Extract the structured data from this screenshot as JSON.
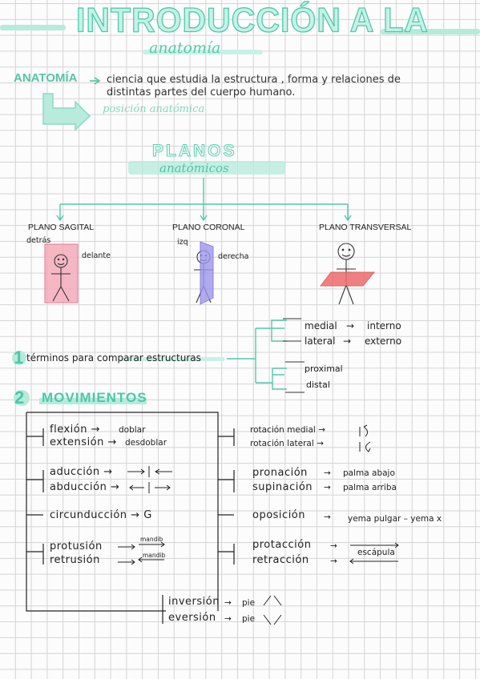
{
  "title": {
    "main": "INTRODUCCIÓN A LA",
    "sub": "anatomía"
  },
  "anatomia": {
    "label": "ANATOMÍA",
    "definition_line1": "ciencia que estudia la estructura , forma y relaciones de",
    "definition_line2": "distintas partes del cuerpo humano.",
    "position": "posición anatómica"
  },
  "planos": {
    "title": "PLANOS",
    "subtitle": "anatómicos",
    "sagital": {
      "title": "PLANO SAGITAL",
      "left": "detrás",
      "right": "delante"
    },
    "coronal": {
      "title": "PLANO CORONAL",
      "left": "izq",
      "right": "derecha"
    },
    "transversal": {
      "title": "PLANO TRANSVERSAL"
    }
  },
  "terminos": {
    "number": "1",
    "label": "términos para comparar estructuras",
    "medial": "medial",
    "interno": "interno",
    "lateral": "lateral",
    "externo": "externo",
    "proximal": "proximal",
    "distal": "distal"
  },
  "movimientos": {
    "number": "2",
    "title": "MOVIMIENTOS",
    "flexion": "flexión →",
    "flexion_r": "doblar",
    "extension": "extensión →",
    "extension_r": "desdoblar",
    "aduccion": "aducción →",
    "abduccion": "abducción →",
    "circunduccion": "circunducción → G",
    "protusion": "protusión",
    "retrusion": "retrusión",
    "mandib": "mandib",
    "rot_medial": "rotación medial →",
    "rot_lateral": "rotación lateral →",
    "pronacion": "pronación",
    "pronacion_r": "palma abajo",
    "supinacion": "supinación",
    "supinacion_r": "palma arriba",
    "oposicion": "oposición",
    "oposicion_r": "yema pulgar – yema x",
    "protaccion": "protacción",
    "retraccion": "retracción",
    "escapula": "escápula",
    "inversion": "inversión",
    "eversion": "eversión",
    "pie": "pie"
  },
  "colors": {
    "accent": "#4ecbac",
    "pink": "#f5a7b8",
    "lilac": "#a9a3f0",
    "red": "#ef6b6b"
  }
}
